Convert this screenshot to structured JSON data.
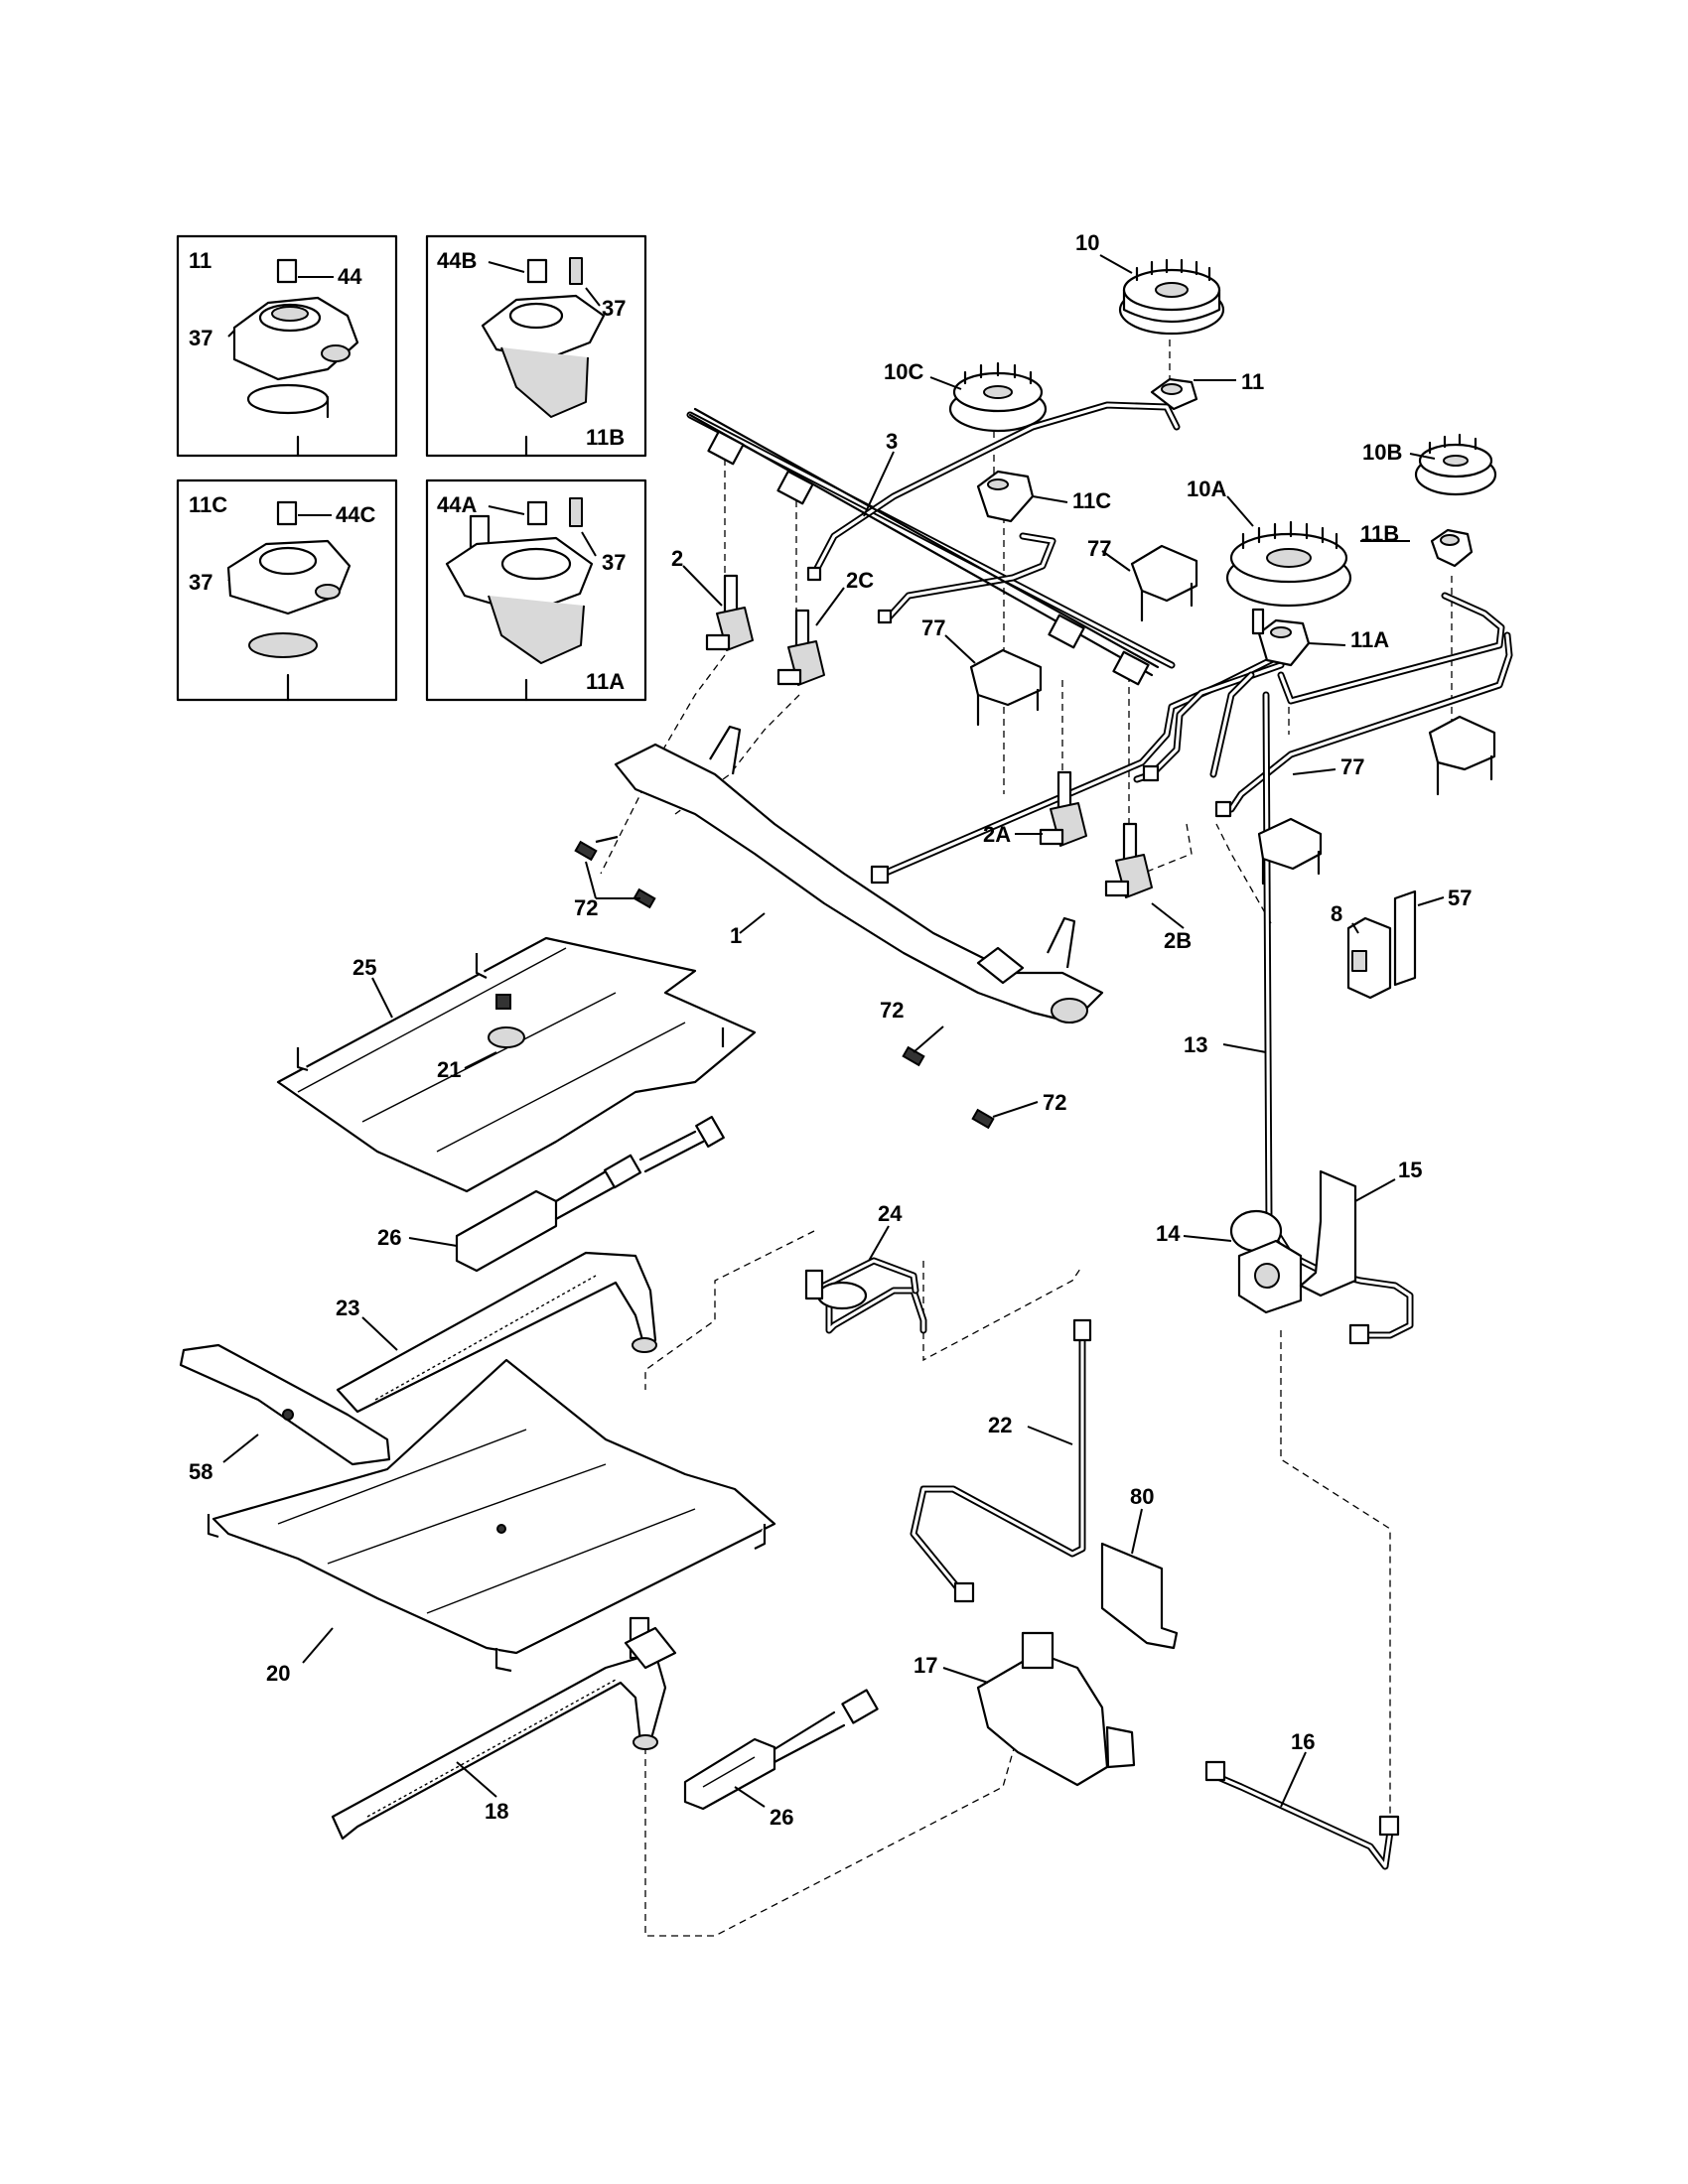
{
  "detail_boxes": [
    {
      "id": "box-11",
      "labels": [
        "11",
        "44",
        "37"
      ]
    },
    {
      "id": "box-11b",
      "labels": [
        "44B",
        "37",
        "11B"
      ]
    },
    {
      "id": "box-11c",
      "labels": [
        "11C",
        "44C",
        "37"
      ]
    },
    {
      "id": "box-11a",
      "labels": [
        "44A",
        "37",
        "11A"
      ]
    }
  ],
  "callouts": {
    "p10": "10",
    "p11": "11",
    "p10c": "10C",
    "p3": "3",
    "p11c": "11C",
    "p10b": "10B",
    "p10a": "10A",
    "p11b": "11B",
    "p77a": "77",
    "p2": "2",
    "p2c": "2C",
    "p77b": "77",
    "p11a": "11A",
    "p77c": "77",
    "p2a": "2A",
    "p57": "57",
    "p8": "8",
    "p72a": "72",
    "p1": "1",
    "p2b": "2B",
    "p25": "25",
    "p72b": "72",
    "p21": "21",
    "p72c": "72",
    "p13": "13",
    "p15": "15",
    "p26a": "26",
    "p24": "24",
    "p14": "14",
    "p23": "23",
    "p22": "22",
    "p58": "58",
    "p80": "80",
    "p20": "20",
    "p17": "17",
    "p16": "16",
    "p18": "18",
    "p26b": "26"
  }
}
